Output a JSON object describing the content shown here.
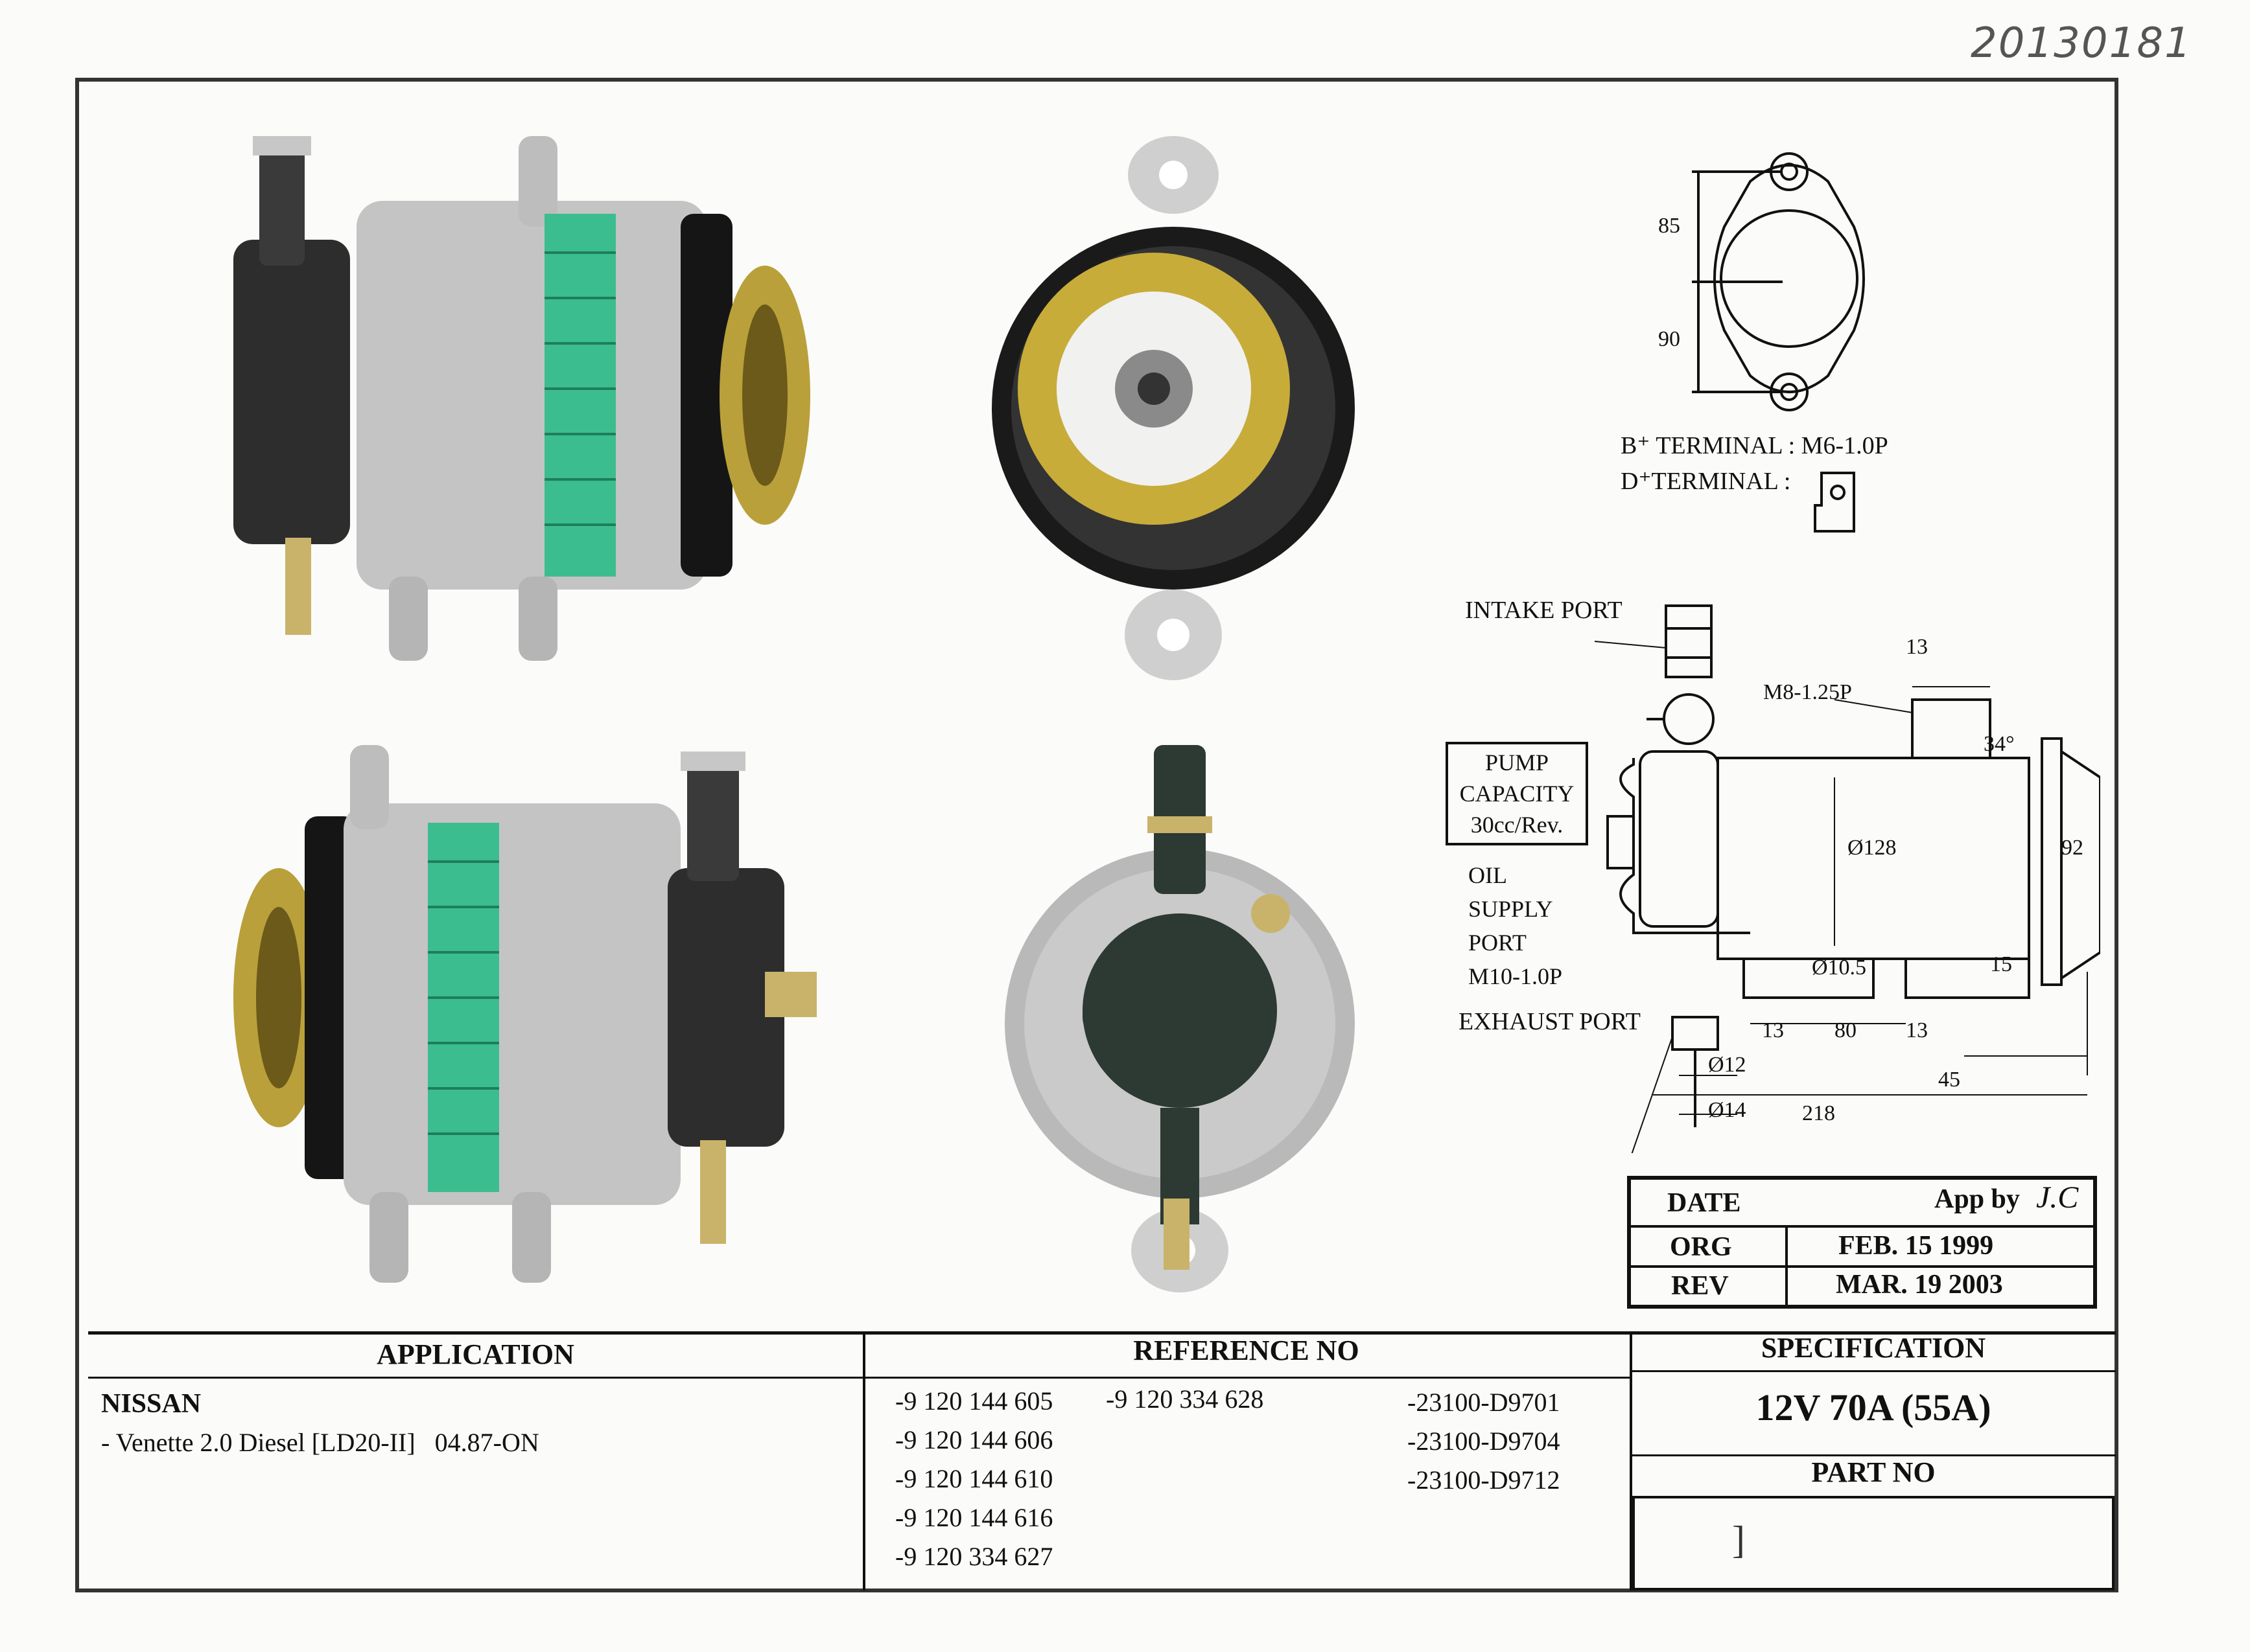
{
  "doc_stamp": "20130181",
  "mount_diagram": {
    "dim_top": "85",
    "dim_bottom": "90"
  },
  "terminals": {
    "b_label": "B⁺ TERMINAL : M6-1.0P",
    "d_label": "D⁺TERMINAL :"
  },
  "pump_drawing": {
    "intake_port": "INTAKE PORT",
    "exhaust_port": "EXHAUST PORT",
    "pump_capacity": [
      "PUMP",
      "CAPACITY",
      "30cc/Rev."
    ],
    "oil_supply": [
      "OIL",
      "SUPPLY",
      "PORT",
      "M10-1.0P"
    ],
    "thread": "M8-1.25P",
    "dim_13_top": "13",
    "angle": "34°",
    "dia_128": "Ø128",
    "dim_92": "92",
    "dia_10_5": "Ø10.5",
    "dim_15": "15",
    "dim_13_a": "13",
    "dim_80": "80",
    "dim_13_b": "13",
    "dim_45": "45",
    "dia_12": "Ø12",
    "dia_14": "Ø14",
    "dim_218": "218"
  },
  "date_box": {
    "date_label": "DATE",
    "app_by_label": "App by",
    "app_by_value": "J.C",
    "org_label": "ORG",
    "org_value": "FEB. 15 1999",
    "rev_label": "REV",
    "rev_value": "MAR. 19 2003"
  },
  "table": {
    "application_header": "APPLICATION",
    "reference_header": "REFERENCE NO",
    "specification_header": "SPECIFICATION",
    "make": "NISSAN",
    "model": "- Venette 2.0 Diesel [LD20-II]   04.87-ON",
    "ref_col1": [
      "-9 120 144 605",
      "-9 120 144 606",
      "-9 120 144 610",
      "-9 120 144 616",
      "-9 120 334 627"
    ],
    "ref_col2": [
      "-9 120 334 628"
    ],
    "ref_col3": [
      "-23100-D9701",
      "-23100-D9704",
      "-23100-D9712"
    ],
    "specification": "12V 70A (55A)",
    "part_no_header": "PART NO",
    "part_no_value": "]"
  }
}
